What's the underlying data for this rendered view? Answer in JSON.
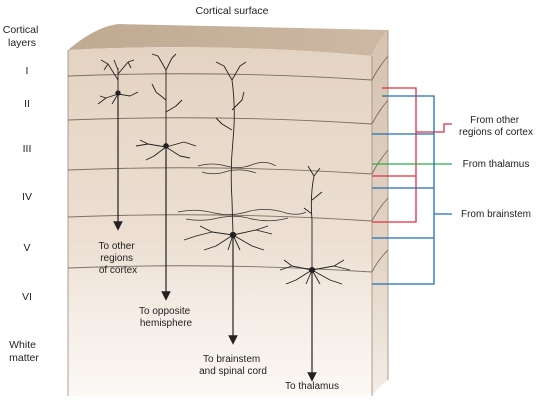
{
  "title": "Cortical surface",
  "layers_heading": [
    "Cortical",
    "layers"
  ],
  "layers": [
    "I",
    "II",
    "III",
    "IV",
    "V",
    "VI"
  ],
  "white_matter": [
    "White",
    "matter"
  ],
  "projections": {
    "other_cortex": [
      "To other",
      "regions",
      "of cortex"
    ],
    "hemisphere": [
      "To opposite",
      "hemisphere"
    ],
    "brainstem": [
      "To brainstem",
      "and spinal cord"
    ],
    "thalamus": [
      "To thalamus"
    ]
  },
  "inputs": [
    {
      "label": [
        "From other",
        "regions of cortex"
      ],
      "color": "#e03040"
    },
    {
      "label": [
        "From thalamus"
      ],
      "color": "#2faa4a"
    },
    {
      "label": [
        "From brainstem"
      ],
      "color": "#1f6fb5"
    }
  ],
  "colors": {
    "block_top": "#c9b7a4",
    "block_side": "#d8c6b4",
    "block_front_top": "#e6d7c8",
    "block_front_bottom": "#f7f1ec",
    "layer_line": "#8a7a6c",
    "neuron": "#222222"
  }
}
